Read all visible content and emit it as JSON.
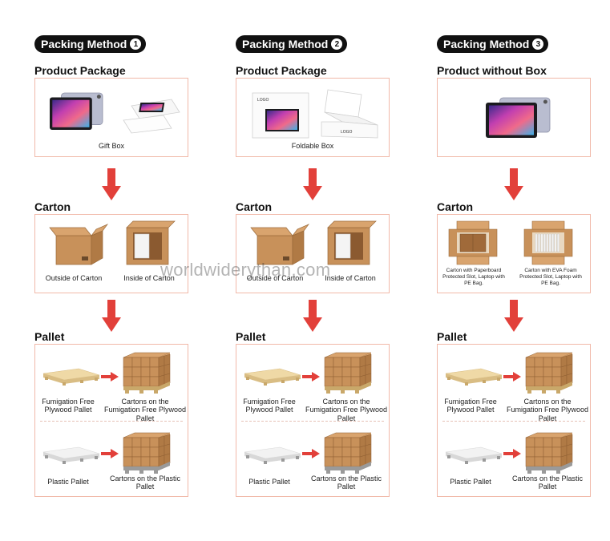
{
  "methods": [
    {
      "badge_label": "Packing Method",
      "badge_number": "1",
      "product_title": "Product Package",
      "product_caption": "Gift Box",
      "product_variant": "gift",
      "carton_title": "Carton",
      "carton_captions": [
        "Outside of Carton",
        "Inside of Carton"
      ],
      "carton_variant": "standard",
      "pallet_title": "Pallet",
      "pallet_rows": [
        {
          "left": "Fumigation Free Plywood Pallet",
          "right": "Cartons on the Fumigation Free Plywood Pallet",
          "kind": "wood"
        },
        {
          "left": "Plastic Pallet",
          "right": "Cartons on the Plastic Pallet",
          "kind": "plastic"
        }
      ]
    },
    {
      "badge_label": "Packing Method",
      "badge_number": "2",
      "product_title": "Product Package",
      "product_caption": "Foldable Box",
      "product_variant": "foldable",
      "carton_title": "Carton",
      "carton_captions": [
        "Outside of Carton",
        "Inside of Carton"
      ],
      "carton_variant": "standard",
      "pallet_title": "Pallet",
      "pallet_rows": [
        {
          "left": "Fumigation Free Plywood Pallet",
          "right": "Cartons on the Fumigation Free Plywood Pallet",
          "kind": "wood"
        },
        {
          "left": "Plastic Pallet",
          "right": "Cartons on the Plastic Pallet",
          "kind": "plastic"
        }
      ]
    },
    {
      "badge_label": "Packing Method",
      "badge_number": "3",
      "product_title": "Product without Box",
      "product_caption": "",
      "product_variant": "bare",
      "carton_title": "Carton",
      "carton_captions": [
        "Carton with Paperboard Protected Slot, Laptop with PE Bag.",
        "Carton with EVA Foam Protected Slot, Laptop with PE Bag."
      ],
      "carton_variant": "slots",
      "pallet_title": "Pallet",
      "pallet_rows": [
        {
          "left": "Fumigation Free Plywood Pallet",
          "right": "Cartons on the Fumigation Free Plywood Pallet",
          "kind": "wood"
        },
        {
          "left": "Plastic Pallet",
          "right": "Cartons on the Plastic Pallet",
          "kind": "plastic"
        }
      ]
    }
  ],
  "box_logo_text": "LOGO",
  "watermark": "worldwiderythan.com",
  "colors": {
    "accent_red": "#e2403a",
    "panel_border": "#f1b9a9",
    "carton_brown": "#c8915a"
  }
}
